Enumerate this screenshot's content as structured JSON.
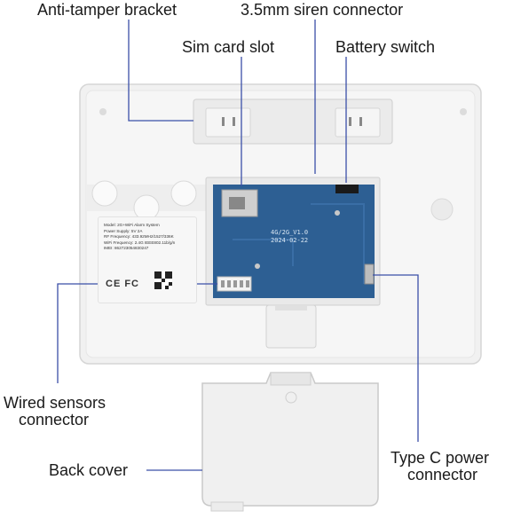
{
  "labels": {
    "anti_tamper": "Anti-tamper bracket",
    "siren": "3.5mm siren connector",
    "sim": "Sim card slot",
    "battery": "Battery switch",
    "wired_1": "Wired sensors",
    "wired_2": "connector",
    "back_cover": "Back cover",
    "typec_1": "Type C power",
    "typec_2": "connector"
  },
  "sticker": {
    "model": "Model: 2G+WiFi  Alarm System",
    "power": "Power Supply: 5V 2A",
    "rf": "RF Frequency: 433.92MHz/1527/336K",
    "wifi": "WiFi Frequency: 2.4G IEEE802.11b/g/n",
    "imei": "IMEI: 862723054830247",
    "marks": "CE FC"
  },
  "pcb": {
    "rev1": "4G/2G_V1.0",
    "rev2": "2024-02-22"
  },
  "colors": {
    "leader": "#3b4fa8",
    "housing": "#f2f2f2",
    "pcb": "#2d5f93"
  }
}
